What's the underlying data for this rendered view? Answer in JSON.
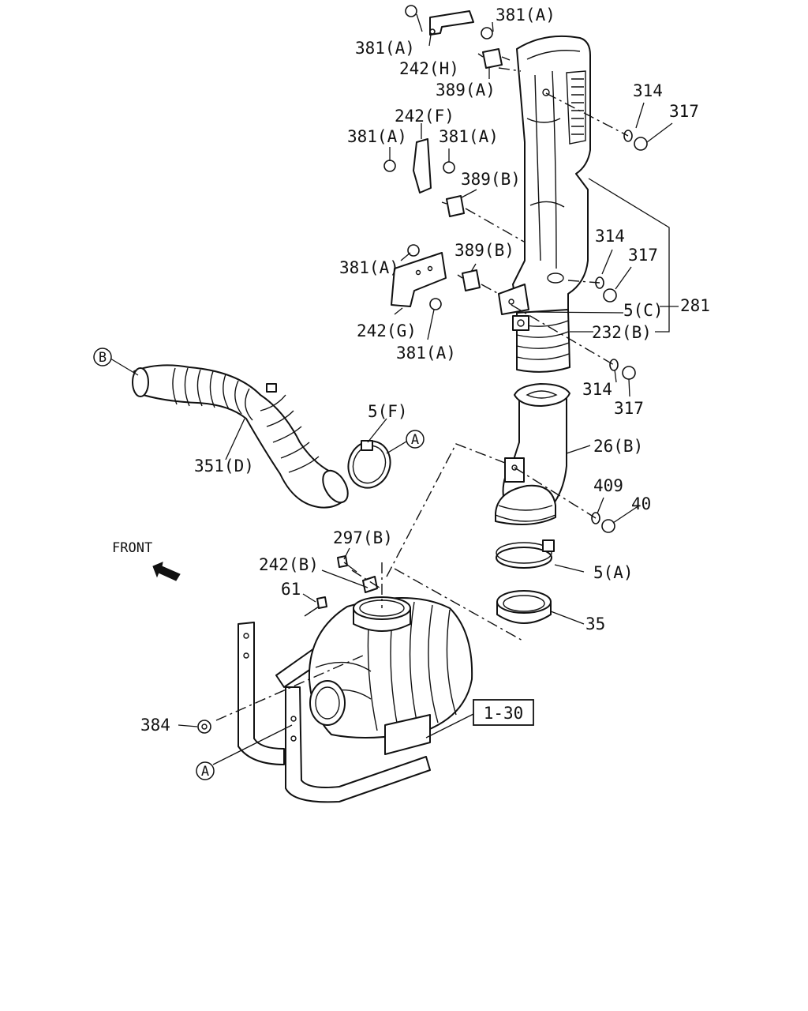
{
  "labels": {
    "l381a_1": "381(A)",
    "l381a_2": "381(A)",
    "l242h": "242(H)",
    "l389a": "389(A)",
    "l314_1": "314",
    "l317_1": "317",
    "l242f": "242(F)",
    "l381a_3": "381(A)",
    "l381a_4": "381(A)",
    "l389b_1": "389(B)",
    "l314_2": "314",
    "l317_2": "317",
    "l381a_5": "381(A)",
    "l389b_2": "389(B)",
    "l5c": "5(C)",
    "l281": "281",
    "l242g": "242(G)",
    "l232b": "232(B)",
    "l381a_6": "381(A)",
    "l314_3": "314",
    "l317_3": "317",
    "l5f": "5(F)",
    "l351d": "351(D)",
    "l26b": "26(B)",
    "l409": "409",
    "l40": "40",
    "lfront": "FRONT",
    "l297b": "297(B)",
    "l242b": "242(B)",
    "l5a": "5(A)",
    "l61": "61",
    "l35": "35",
    "l384": "384",
    "l130": "1-30",
    "callout_b": "B",
    "callout_a1": "A",
    "callout_a2": "A"
  }
}
